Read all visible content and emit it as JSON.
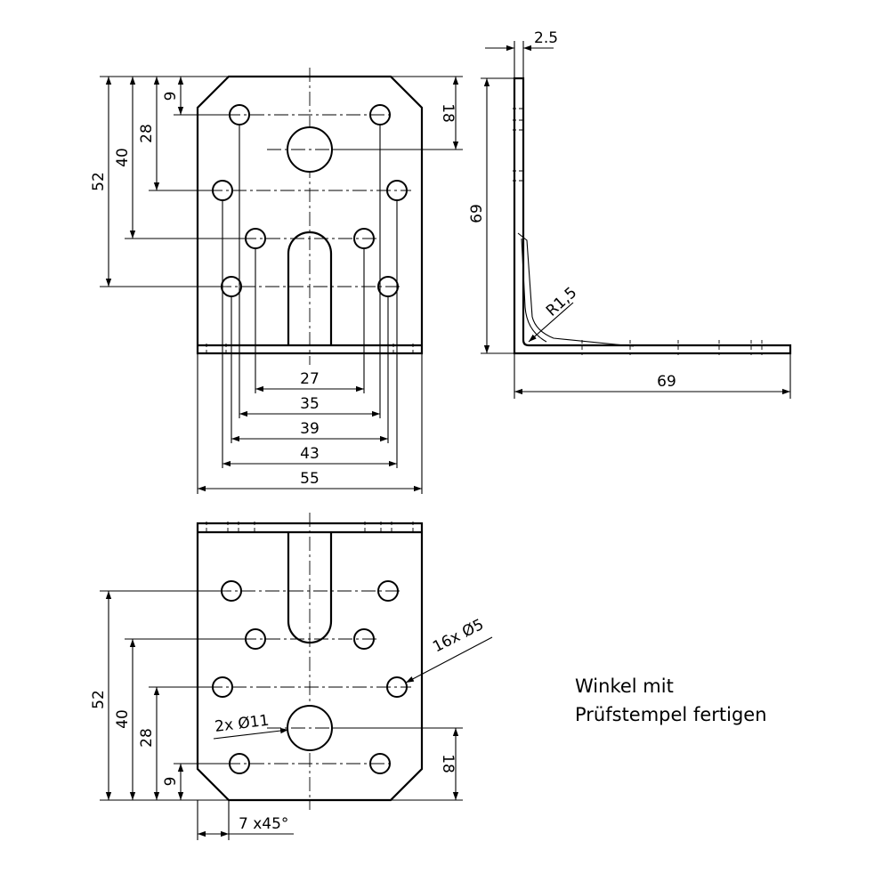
{
  "top_view": {
    "dims": {
      "d9": "9",
      "d28": "28",
      "d40": "40",
      "d52": "52",
      "d18": "18",
      "d27": "27",
      "d35": "35",
      "d39": "39",
      "d43": "43",
      "d55": "55"
    }
  },
  "side_view": {
    "dims": {
      "thickness": "2.5",
      "height": "69",
      "length": "69",
      "radius": "R1,5"
    }
  },
  "bottom_view": {
    "dims": {
      "d52": "52",
      "d40": "40",
      "d28": "28",
      "d9": "9",
      "d18": "18",
      "chamfer": "7 x45°",
      "small_holes": "16x  Ø5",
      "large_holes": "2x  Ø11"
    }
  },
  "notes": {
    "line1": "Winkel mit",
    "line2": "Prüfstempel fertigen"
  }
}
